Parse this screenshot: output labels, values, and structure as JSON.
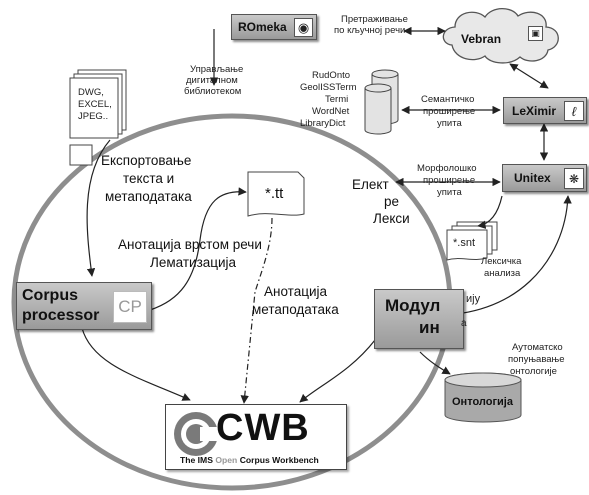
{
  "nodes": {
    "romeka": "ROmeka",
    "vebran": "Vebran",
    "leximir": "LeXimir",
    "unitex": "Unitex",
    "corpus_processor_line1": "Corpus",
    "corpus_processor_line2": "processor",
    "corpus_processor_logo": "CP",
    "modul_line1": "Модул",
    "modul_line2": "ин",
    "ontologija": "Онтологија",
    "cwb_word": "CWB",
    "cwb_subtitle_prefix": "The IMS ",
    "cwb_subtitle_open": "Open",
    "cwb_subtitle_suffix": " Corpus Workbench"
  },
  "documents": {
    "formats": [
      "DWG,",
      "EXCEL,",
      "JPEG.."
    ],
    "tt_file": "*.tt",
    "snt_file": "*.snt"
  },
  "resources": [
    "RudOnto",
    "GeolISSTerm",
    "Termi",
    "WordNet",
    "LibraryDict"
  ],
  "labels": {
    "library_mgmt": [
      "Управљање",
      "дигиталном",
      "библиотеком"
    ],
    "keyword_search": [
      "Претраживање",
      "по кључној речи"
    ],
    "semantic_expansion": [
      "Семантичко",
      "проширење",
      "упита"
    ],
    "morph_expansion": [
      "Морфолошко",
      "проширење",
      "упита"
    ],
    "lexical_analysis": [
      "Лексичка",
      "анализа"
    ],
    "auto_ontology": [
      "Аутоматско",
      "попуњавање",
      "онтологије"
    ],
    "export": [
      "Експортовање",
      "текста и",
      "метаподатака"
    ],
    "annotation_pos": [
      "Анотација врстом речи",
      "Лематизација"
    ],
    "annotation_meta": [
      "Анотација",
      "метаподатака"
    ],
    "electronic_dict_fragment": [
      "Елект",
      "ре",
      "Лекси"
    ],
    "modul_fragment_right": [
      "ију",
      "а"
    ]
  }
}
